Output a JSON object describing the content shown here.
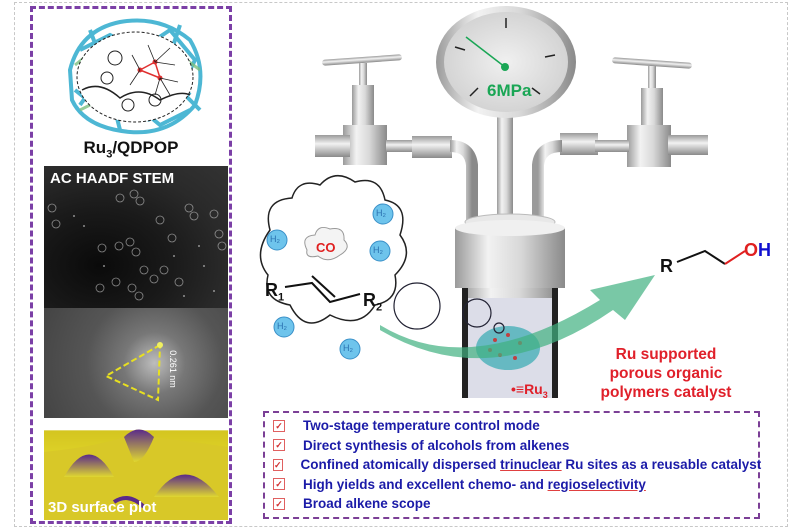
{
  "left_panel": {
    "molecule_label": "Ru",
    "molecule_label_sub": "3",
    "molecule_label_rest": "/QDPOP",
    "stem_label": "AC HAADF STEM",
    "scale_label": "0.261 nm",
    "surface_label": "3D surface plot"
  },
  "reactor": {
    "pressure_label": "6MPa",
    "ru3_marker": "•≡Ru",
    "ru3_sub": "3"
  },
  "reactants": {
    "r1": "R",
    "r1_sub": "1",
    "r2": "R",
    "r2_sub": "2",
    "co": "CO",
    "h2": "H₂"
  },
  "product": {
    "r": "R",
    "oh": "OH"
  },
  "catalyst_label": {
    "line1": "Ru supported",
    "line2": "porous organic",
    "line3": "polymers catalyst"
  },
  "features": [
    {
      "text": "Two-stage temperature control mode"
    },
    {
      "pre": "Direct synthesis of alcohols from alkenes"
    },
    {
      "pre": "Confined atomically dispersed ",
      "ul": "trinuclear",
      "post": " Ru sites as a reusable catalyst"
    },
    {
      "pre": "High yields and excellent chemo- and ",
      "ul": "regioselectivity",
      "post": ""
    },
    {
      "text": "Broad alkene scope"
    }
  ],
  "colors": {
    "border_purple": "#7b3fa6",
    "feature_text": "#1b1ba8",
    "red": "#e0202a",
    "gauge_green": "#1aa655",
    "oh_blue": "#1010d0"
  }
}
